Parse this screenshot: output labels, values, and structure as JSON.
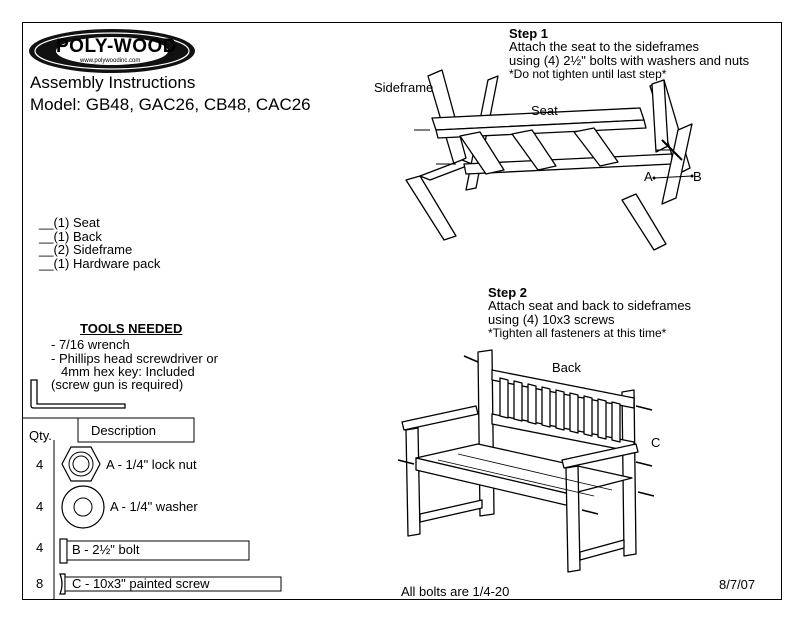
{
  "brand": {
    "logo_text": "POLY-WOOD",
    "logo_url": "www.polywoodinc.com"
  },
  "header": {
    "title": "Assembly Instructions",
    "model": "Model: GB48, GAC26, CB48, CAC26"
  },
  "parts_list": [
    "__(1) Seat",
    "__(1) Back",
    "__(2) Sideframe",
    "__(1) Hardware pack"
  ],
  "tools": {
    "heading": "TOOLS NEEDED",
    "items": [
      "- 7/16 wrench",
      "- Phillips head screwdriver or",
      "4mm hex key: Included",
      "(screw gun is required)"
    ]
  },
  "hardware_table": {
    "qty_header": "Qty.",
    "desc_header": "Description",
    "rows": [
      {
        "qty": "4",
        "description": "A - 1/4\" lock nut",
        "icon": "lock-nut-icon"
      },
      {
        "qty": "4",
        "description": "A - 1/4\" washer",
        "icon": "washer-icon"
      },
      {
        "qty": "4",
        "description": "B - 2½\" bolt",
        "icon": "bolt-icon"
      },
      {
        "qty": "8",
        "description": "C - 10x3\" painted screw",
        "icon": "screw-icon"
      }
    ]
  },
  "step1": {
    "title": "Step 1",
    "lines": [
      "Attach the seat to the sideframes",
      "using (4) 2½\" bolts with washers and nuts",
      "*Do not tighten until last step*"
    ],
    "labels": {
      "sideframe": "Sideframe",
      "seat": "Seat",
      "a": "A",
      "b": "B"
    }
  },
  "step2": {
    "title": "Step 2",
    "lines": [
      "Attach seat and back to sideframes",
      "using (4) 10x3 screws",
      "*Tighten all fasteners at this time*"
    ],
    "labels": {
      "back": "Back",
      "c": "C"
    }
  },
  "footer": {
    "note": "All bolts are 1/4-20",
    "date": "8/7/07"
  }
}
